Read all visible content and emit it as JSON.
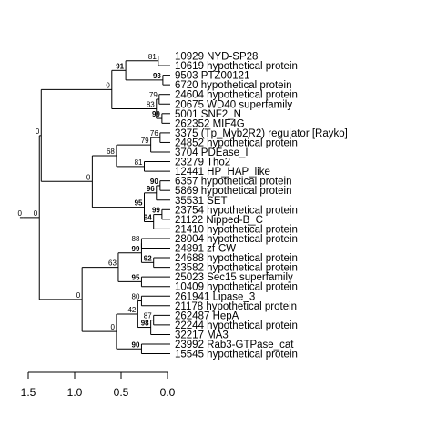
{
  "tree": {
    "leaves": [
      "10929 NYD-SP28",
      "10619 hypothetical protein",
      "9503 PTZ00121",
      "6720 hypothetical protein",
      "24604 hypothetical protein",
      "20675 WD40 superfamily",
      "5001 SNF2_N",
      "262352 MIF4G",
      "3375 (Tp_Myb2R2) regulator [Rayko]",
      "24852 hypothetical protein",
      "3704 PDEase_I",
      "23279 Tho2",
      "12441 HP_HAP_like",
      "6357 hypothetical protein",
      "5869 hypothetical protein",
      "35531 SET",
      "23754 hypothetical protein",
      "21122 Nipped-B_C",
      "21410 hypothetical protein",
      "28004 hypothetical protein",
      "24891 zf-CW",
      "24688 hypothetical protein",
      "23582 hypothetical protein",
      "25023 Sec15 superfamily",
      "10409 hypothetical protein",
      "261941 Lipase_3",
      "21178 hypothetical protein",
      "262487 HepA",
      "22244 hypothetical protein",
      "32217 MA3",
      "23992 Rab3-GTPase_cat",
      "15545 hypothetical protein"
    ],
    "nodes": [
      {
        "id": "n1",
        "children": [
          0,
          1
        ],
        "x": 0.1,
        "support": "81",
        "bold": false
      },
      {
        "id": "n2",
        "children": [
          2,
          3
        ],
        "x": 0.05,
        "support": "93",
        "bold": true
      },
      {
        "id": "n3",
        "children": [
          "n1",
          "n2"
        ],
        "x": 0.45,
        "support": "91",
        "bold": true
      },
      {
        "id": "n4",
        "children": [
          4,
          5
        ],
        "x": 0.09,
        "support": "79",
        "bold": false
      },
      {
        "id": "n5",
        "children": [
          6,
          7
        ],
        "x": 0.06,
        "support": "99",
        "bold": true
      },
      {
        "id": "n6",
        "children": [
          "n4",
          "n5"
        ],
        "x": 0.12,
        "support": "83",
        "bold": false
      },
      {
        "id": "n7",
        "children": [
          "n3",
          "n6"
        ],
        "x": 0.6,
        "support": "0",
        "bold": false
      },
      {
        "id": "n8",
        "children": [
          8,
          9
        ],
        "x": 0.08,
        "support": "76",
        "bold": false
      },
      {
        "id": "n9",
        "children": [
          "n8",
          10
        ],
        "x": 0.18,
        "support": "79",
        "bold": false
      },
      {
        "id": "n10",
        "children": [
          11,
          12
        ],
        "x": 0.25,
        "support": "81",
        "bold": false
      },
      {
        "id": "n11",
        "children": [
          "n9",
          "n10"
        ],
        "x": 0.55,
        "support": "68",
        "bold": false
      },
      {
        "id": "n12",
        "children": [
          13,
          14
        ],
        "x": 0.08,
        "support": "90",
        "bold": true
      },
      {
        "id": "n13",
        "children": [
          "n12",
          15
        ],
        "x": 0.12,
        "support": "96",
        "bold": true
      },
      {
        "id": "n14",
        "children": [
          16,
          17
        ],
        "x": 0.06,
        "support": "99",
        "bold": true
      },
      {
        "id": "n15",
        "children": [
          "n14",
          18
        ],
        "x": 0.15,
        "support": "94",
        "bold": true
      },
      {
        "id": "n16",
        "children": [
          "n13",
          "n15"
        ],
        "x": 0.25,
        "support": "95",
        "bold": true
      },
      {
        "id": "n17",
        "children": [
          "n11",
          "n16"
        ],
        "x": 0.81,
        "support": "0",
        "bold": false
      },
      {
        "id": "n18",
        "children": [
          "n7",
          "n17"
        ],
        "x": 1.36,
        "support": "0",
        "bold": false
      },
      {
        "id": "n19",
        "children": [
          19,
          20
        ],
        "x": 0.28,
        "support": "88",
        "bold": false
      },
      {
        "id": "n20",
        "children": [
          21,
          22
        ],
        "x": 0.15,
        "support": "92",
        "bold": true
      },
      {
        "id": "n21",
        "children": [
          "n19",
          "n20"
        ],
        "x": 0.28,
        "support": "99",
        "bold": true
      },
      {
        "id": "n22",
        "children": [
          23,
          24
        ],
        "x": 0.28,
        "support": "95",
        "bold": true
      },
      {
        "id": "n23",
        "children": [
          "n21",
          "n22"
        ],
        "x": 0.53,
        "support": "63",
        "bold": false
      },
      {
        "id": "n24",
        "children": [
          25,
          26
        ],
        "x": 0.28,
        "support": "80",
        "bold": false
      },
      {
        "id": "n25",
        "children": [
          27,
          28
        ],
        "x": 0.15,
        "support": "87",
        "bold": false
      },
      {
        "id": "n26",
        "children": [
          "n25",
          29
        ],
        "x": 0.18,
        "support": "98",
        "bold": true
      },
      {
        "id": "n27",
        "children": [
          "n24",
          "n26"
        ],
        "x": 0.32,
        "support": "42",
        "bold": false
      },
      {
        "id": "n28",
        "children": [
          30,
          31
        ],
        "x": 0.28,
        "support": "90",
        "bold": true
      },
      {
        "id": "n29",
        "children": [
          "n27",
          "n28"
        ],
        "x": 0.55,
        "support": "0",
        "bold": false
      },
      {
        "id": "n30",
        "children": [
          "n23",
          "n29"
        ],
        "x": 0.92,
        "support": "0",
        "bold": false
      },
      {
        "id": "n31",
        "children": [
          "n18",
          "n30"
        ],
        "x": 1.38,
        "support": "0",
        "bold": false
      },
      {
        "id": "root",
        "children": [
          "n31"
        ],
        "x": 1.55,
        "support": "0",
        "bold": false
      }
    ]
  },
  "axis": {
    "ticks": [
      1.5,
      1.0,
      0.5,
      0.0
    ],
    "tick_labels": [
      "1.5",
      "1.0",
      "0.5",
      "0.0"
    ]
  }
}
